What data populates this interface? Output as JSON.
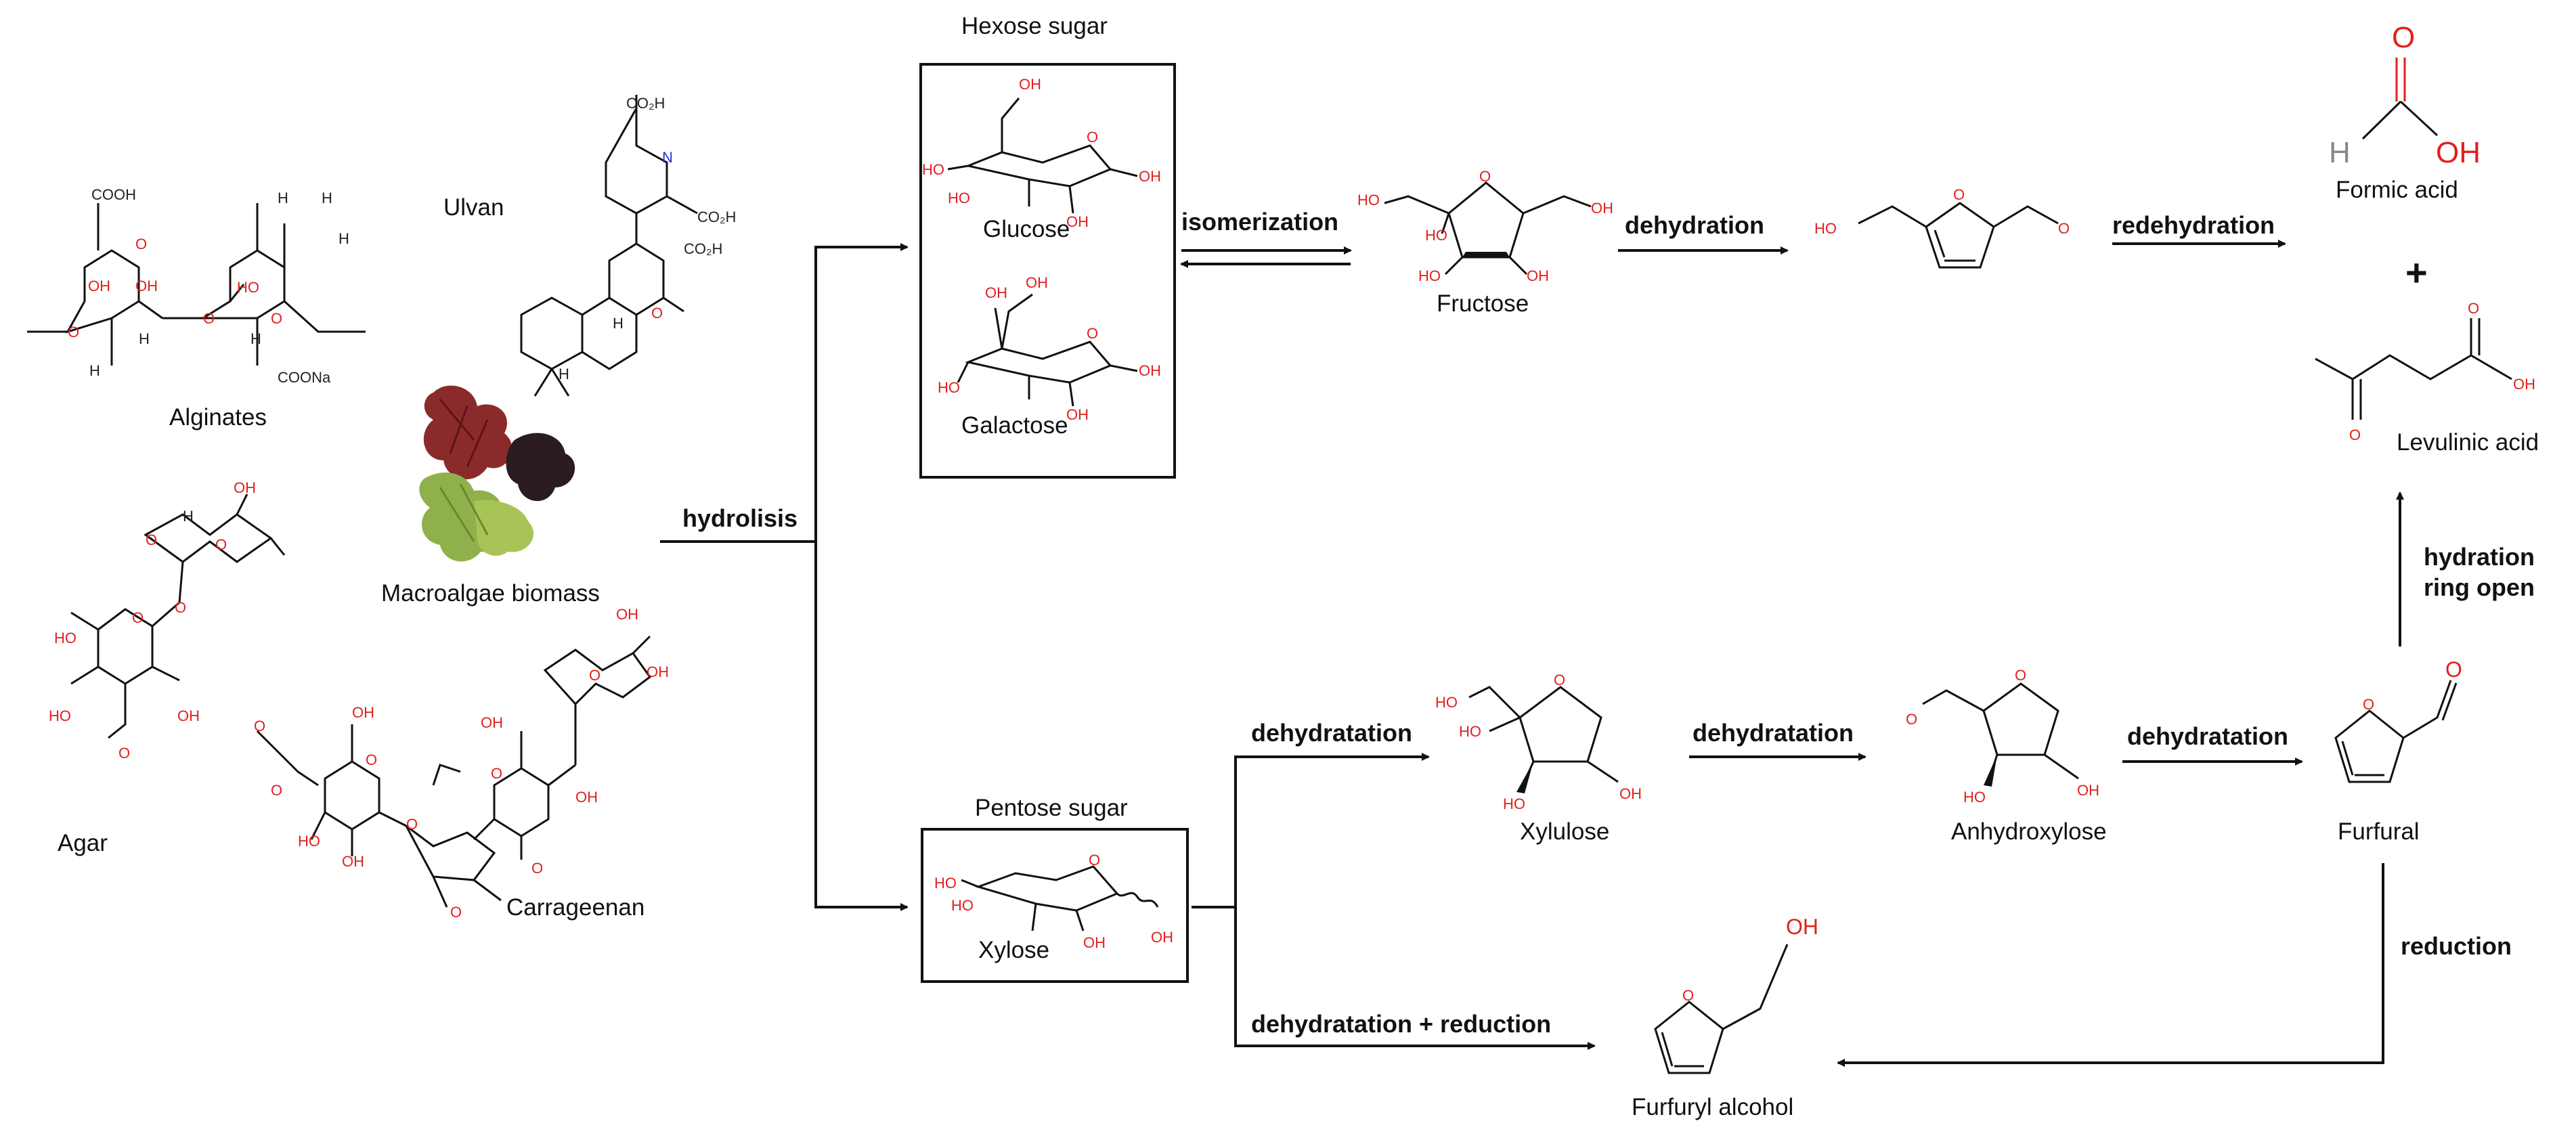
{
  "labels": {
    "alginates": "Alginates",
    "ulvan": "Ulvan",
    "agar": "Agar",
    "carrageenan": "Carrageenan",
    "macroalgae": "Macroalgae biomass",
    "hexose": "Hexose sugar",
    "glucose": "Glucose",
    "galactose": "Galactose",
    "pentose": "Pentose sugar",
    "xylose": "Xylose",
    "fructose": "Fructose",
    "xylulose": "Xylulose",
    "anhydroxylose": "Anhydroxylose",
    "furfural": "Furfural",
    "furfuryl_alcohol": "Furfuryl alcohol",
    "formic_acid": "Formic acid",
    "levulinic_acid": "Levulinic acid",
    "plus": "+"
  },
  "steps": {
    "hydrolisis": "hydrolisis",
    "isomerization": "isomerization",
    "dehydration": "dehydration",
    "redehydration": "redehydration",
    "dehydratation_1": "dehydratation",
    "dehydratation_2": "dehydratation",
    "dehydratation_3": "dehydratation",
    "dehydratation_reduction": "dehydratation + reduction",
    "reduction": "reduction",
    "hydration_1": "hydration",
    "hydration_2": "ring open"
  },
  "atoms": {
    "OH": "OH",
    "HO": "HO",
    "O": "O",
    "H": "H",
    "COOH": "COOH",
    "COONa": "COONa",
    "CO2H": "CO₂H",
    "N": "N"
  },
  "colors": {
    "oxygen": "#e02020",
    "nitrogen": "#2a2ae0",
    "line": "#111111"
  }
}
